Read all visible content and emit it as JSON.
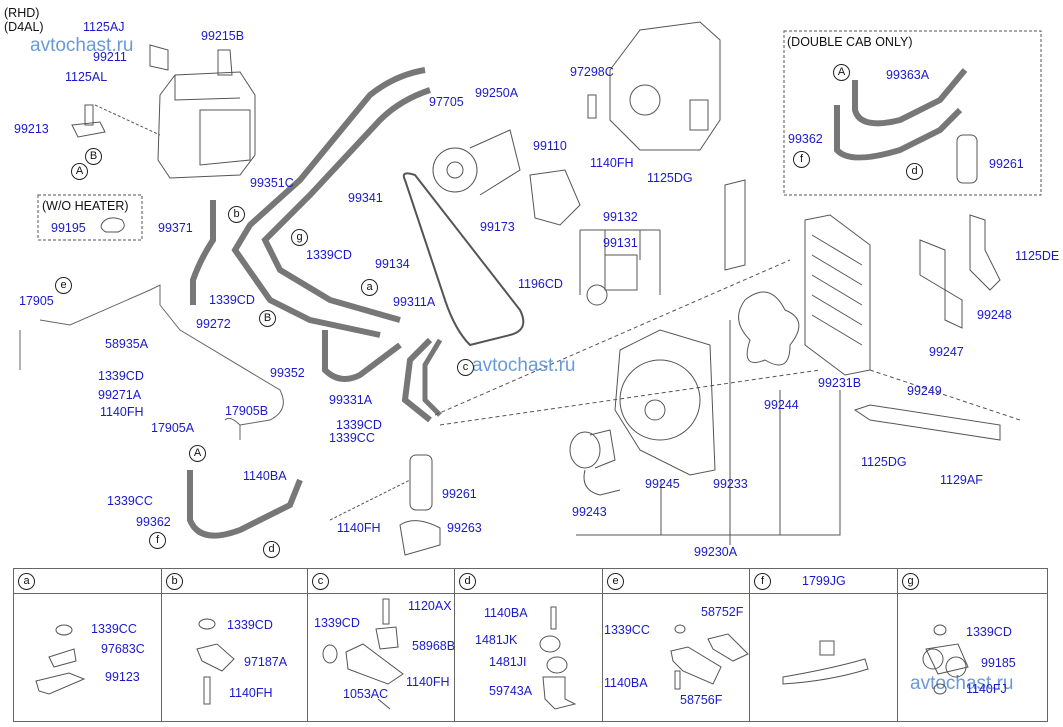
{
  "header": {
    "variant_lines": [
      "(RHD)",
      "(D4AL)"
    ],
    "watermark": "avtochast.ru"
  },
  "callouts": [
    {
      "id": "1125AJ",
      "label": "1125AJ"
    },
    {
      "id": "99215B",
      "label": "99215B"
    },
    {
      "id": "99211",
      "label": "99211"
    },
    {
      "id": "1125AL",
      "label": "1125AL"
    },
    {
      "id": "99213",
      "label": "99213"
    },
    {
      "id": "99195",
      "label": "99195"
    },
    {
      "id": "99371",
      "label": "99371"
    },
    {
      "id": "17905",
      "label": "17905"
    },
    {
      "id": "99272",
      "label": "99272"
    },
    {
      "id": "58935A",
      "label": "58935A"
    },
    {
      "id": "1339CD_a",
      "label": "1339CD"
    },
    {
      "id": "99271A",
      "label": "99271A"
    },
    {
      "id": "1140FH_a",
      "label": "1140FH"
    },
    {
      "id": "17905B",
      "label": "17905B"
    },
    {
      "id": "17905A",
      "label": "17905A"
    },
    {
      "id": "1339CC_a",
      "label": "1339CC"
    },
    {
      "id": "99362_a",
      "label": "99362"
    },
    {
      "id": "1140BA_a",
      "label": "1140BA"
    },
    {
      "id": "99351C",
      "label": "99351C"
    },
    {
      "id": "99341",
      "label": "99341"
    },
    {
      "id": "1339CD_b",
      "label": "1339CD"
    },
    {
      "id": "1339CD_c",
      "label": "1339CD"
    },
    {
      "id": "99134",
      "label": "99134"
    },
    {
      "id": "99311A",
      "label": "99311A"
    },
    {
      "id": "99352",
      "label": "99352"
    },
    {
      "id": "99331A",
      "label": "99331A"
    },
    {
      "id": "1339CD_d",
      "label": "1339CD"
    },
    {
      "id": "1339CC_b",
      "label": "1339CC"
    },
    {
      "id": "99261_a",
      "label": "99261"
    },
    {
      "id": "1140FH_b",
      "label": "1140FH"
    },
    {
      "id": "99263",
      "label": "99263"
    },
    {
      "id": "97705",
      "label": "97705"
    },
    {
      "id": "99250A",
      "label": "99250A"
    },
    {
      "id": "99110",
      "label": "99110"
    },
    {
      "id": "1140FH_c",
      "label": "1140FH"
    },
    {
      "id": "99173",
      "label": "99173"
    },
    {
      "id": "97298C",
      "label": "97298C"
    },
    {
      "id": "1125DG_a",
      "label": "1125DG"
    },
    {
      "id": "99132",
      "label": "99132"
    },
    {
      "id": "99131",
      "label": "99131"
    },
    {
      "id": "1196CD",
      "label": "1196CD"
    },
    {
      "id": "99363A",
      "label": "99363A"
    },
    {
      "id": "99362_b",
      "label": "99362"
    },
    {
      "id": "99261_b",
      "label": "99261"
    },
    {
      "id": "1125DE",
      "label": "1125DE"
    },
    {
      "id": "99248",
      "label": "99248"
    },
    {
      "id": "99247",
      "label": "99247"
    },
    {
      "id": "99231B",
      "label": "99231B"
    },
    {
      "id": "99244",
      "label": "99244"
    },
    {
      "id": "99249",
      "label": "99249"
    },
    {
      "id": "1125DG_b",
      "label": "1125DG"
    },
    {
      "id": "1129AF",
      "label": "1129AF"
    },
    {
      "id": "99245",
      "label": "99245"
    },
    {
      "id": "99233",
      "label": "99233"
    },
    {
      "id": "99243",
      "label": "99243"
    },
    {
      "id": "99230A",
      "label": "99230A"
    }
  ],
  "boxes": {
    "wo_heater": "(W/O HEATER)",
    "double_cab": "(DOUBLE CAB ONLY)"
  },
  "markers": {
    "A": "A",
    "B": "B",
    "a": "a",
    "b": "b",
    "c": "c",
    "d": "d",
    "e": "e",
    "f": "f",
    "g": "g"
  },
  "legend": [
    {
      "key": "a",
      "title": "",
      "parts": [
        "1339CC",
        "97683C",
        "99123"
      ]
    },
    {
      "key": "b",
      "title": "",
      "parts": [
        "1339CD",
        "97187A",
        "1140FH"
      ]
    },
    {
      "key": "c",
      "title": "",
      "parts": [
        "1120AX",
        "1339CD",
        "58968B",
        "1140FH",
        "1053AC"
      ]
    },
    {
      "key": "d",
      "title": "",
      "parts": [
        "1140BA",
        "1481JK",
        "1481JI",
        "59743A"
      ]
    },
    {
      "key": "e",
      "title": "",
      "parts": [
        "58752F",
        "1339CC",
        "1140BA",
        "58756F"
      ]
    },
    {
      "key": "f",
      "title": "1799JG",
      "parts": []
    },
    {
      "key": "g",
      "title": "",
      "parts": [
        "1339CD",
        "99185",
        "1140FJ"
      ]
    }
  ]
}
